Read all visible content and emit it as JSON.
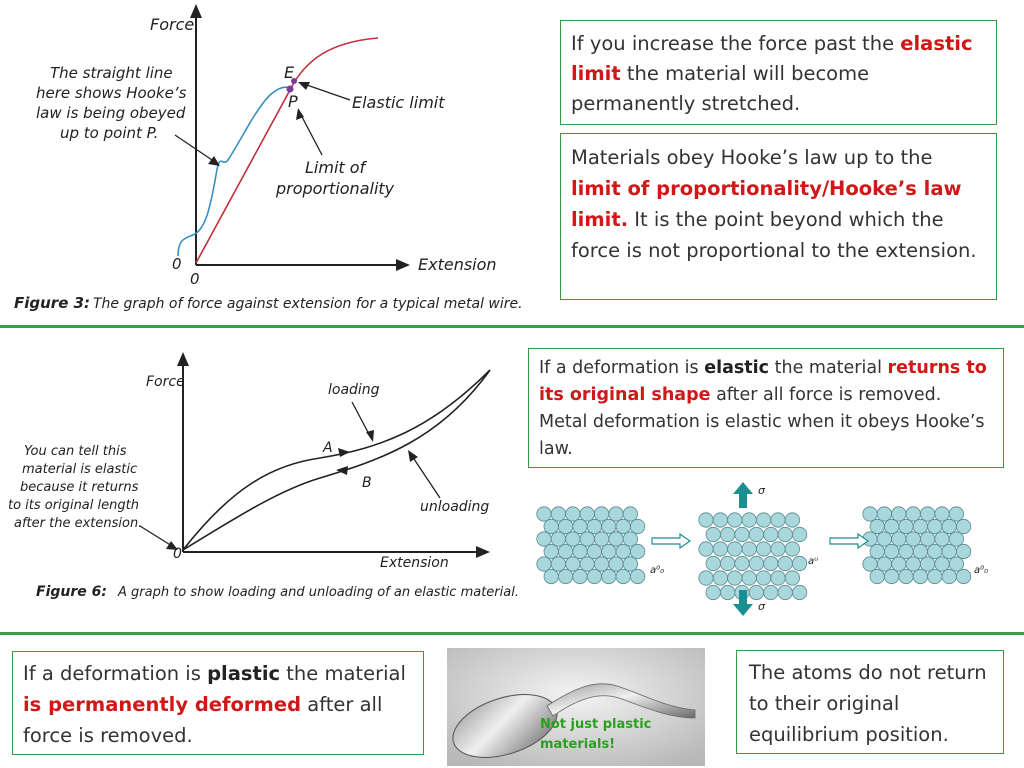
{
  "section1": {
    "graph": {
      "y_axis": "Force",
      "x_axis": "Extension",
      "origin_left": "0",
      "origin_right": "0",
      "point_e": "E",
      "point_p": "P",
      "elastic_limit": "Elastic limit",
      "limit_line1": "Limit of",
      "limit_line2": "proportionality",
      "note_lines": [
        "The straight line",
        "here shows Hooke’s",
        "law is being obeyed",
        "up to point P."
      ],
      "caption_label": "Figure 3:",
      "caption_text": "The graph of force against extension for a typical metal wire."
    },
    "box1": {
      "t1": "If you increase the force past the ",
      "t2": "elastic limit",
      "t3": " the material will become permanently stretched."
    },
    "box2": {
      "t1": "Materials obey Hooke’s law up to the ",
      "t2": "limit of proportionality/Hooke’s law limit.",
      "t3": " It is the point beyond which the force is not proportional to the extension."
    }
  },
  "section2": {
    "graph": {
      "y_axis": "Force",
      "x_axis": "Extension",
      "origin": "0",
      "loading": "loading",
      "unloading": "unloading",
      "point_a": "A",
      "point_b": "B",
      "note_lines": [
        "You can tell this",
        "material is elastic",
        "because it returns",
        "to its original length",
        "after the extension."
      ],
      "caption_label": "Figure 6:",
      "caption_text": "A graph to show loading and unloading of an elastic material."
    },
    "box": {
      "t1": "If a deformation is ",
      "t2": "elastic",
      "t3": " the material ",
      "t4": "returns to its original shape",
      "t5": " after all force is removed. Metal deformation is elastic when it obeys Hooke’s law."
    },
    "atoms": {
      "sigma": "σ",
      "a0": "a⁰₀",
      "au": "aᵘ",
      "atom_color": "#a8d8dc",
      "arrow_color": "#1a8f8f"
    }
  },
  "section3": {
    "box_left": {
      "t1": "If a deformation is ",
      "t2": "plastic",
      "t3": " the material ",
      "t4": "is permanently deformed",
      "t5": " after all force is removed."
    },
    "spoon_label": "Not just plastic materials!",
    "box_right": {
      "text": "The atoms do not return to their original equilibrium position."
    }
  },
  "colors": {
    "accent_green": "#3a9a44",
    "highlight_red": "#d01818",
    "curve_blue": "#3a8fc0",
    "line_red": "#c0303c",
    "spoon_text_green": "#2aa020"
  }
}
